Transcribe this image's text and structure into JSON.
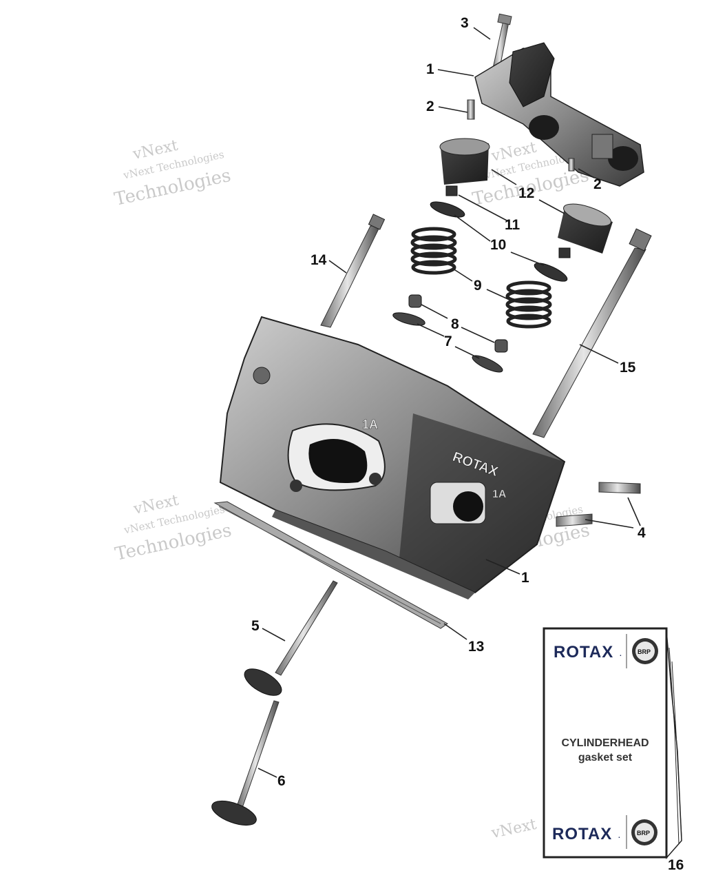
{
  "watermark": {
    "line1": "vNext",
    "line2": "vNext Technologies",
    "line3": "Technologies"
  },
  "callouts": {
    "c1_top": "1",
    "c1_bottom": "1",
    "c2_left": "2",
    "c2_right": "2",
    "c3": "3",
    "c4": "4",
    "c5": "5",
    "c6": "6",
    "c7": "7",
    "c8": "8",
    "c9": "9",
    "c10": "10",
    "c11": "11",
    "c12": "12",
    "c13": "13",
    "c14": "14",
    "c15": "15",
    "c16": "16"
  },
  "casting_marks": {
    "brand": "ROTAX",
    "mark": "1A"
  },
  "gasket_kit": {
    "brand": "ROTAX",
    "brand_suffix": ".",
    "badge": "BRP",
    "title_line1": "CYLINDERHEAD",
    "title_line2": "gasket set"
  }
}
